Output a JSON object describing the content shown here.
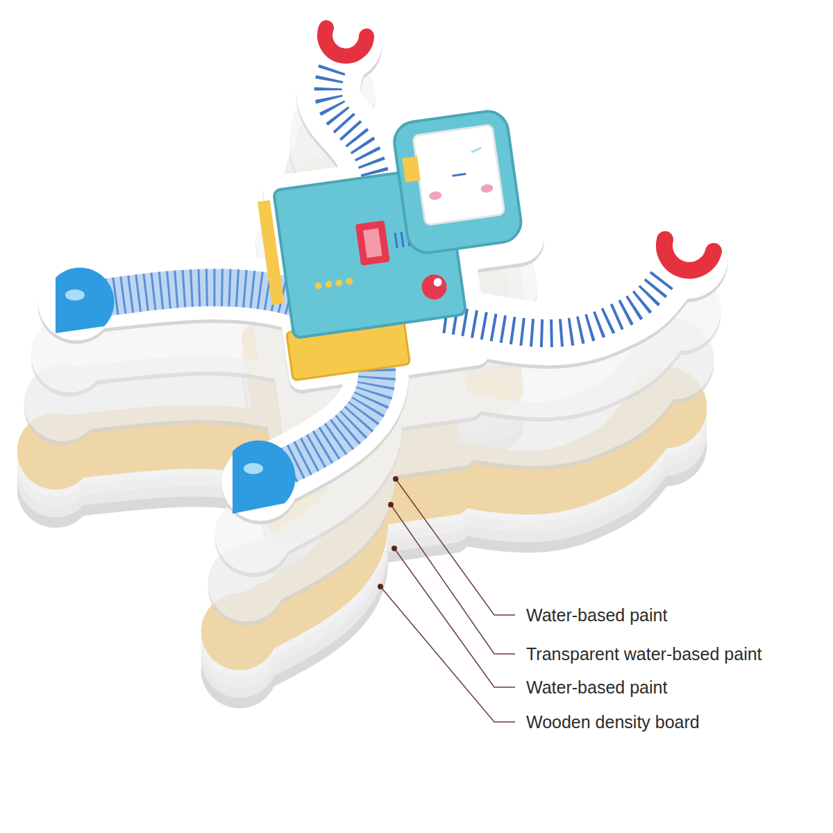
{
  "diagram": {
    "labels": [
      "Water-based paint",
      "Transparent water-based paint",
      "Water-based paint",
      "Wooden density board"
    ]
  }
}
